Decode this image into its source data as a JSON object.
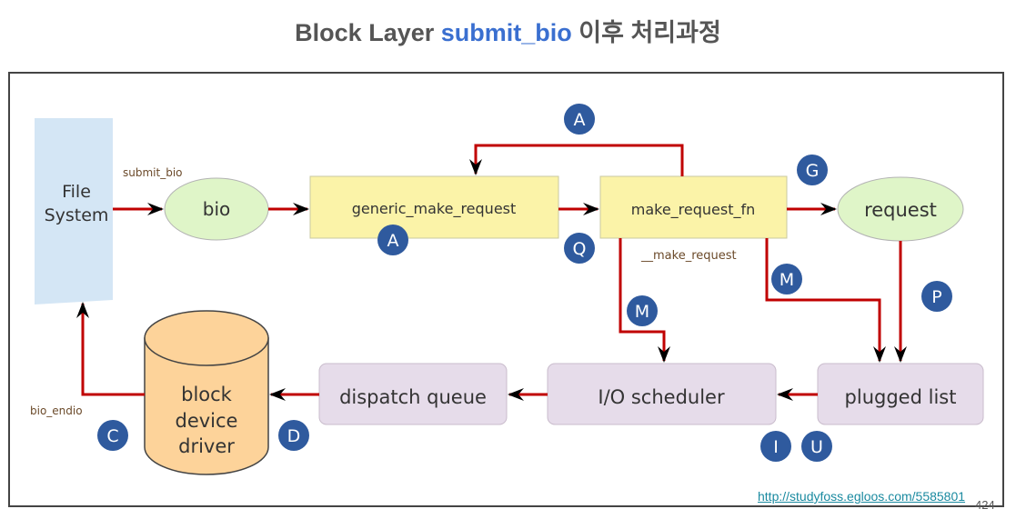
{
  "title": {
    "prefix": "Block Layer ",
    "highlight": "submit_bio",
    "suffix": " 이후 처리과정"
  },
  "nodes": {
    "file_system_line1": "File",
    "file_system_line2": "System",
    "bio": "bio",
    "generic_make_request": "generic_make_request",
    "make_request_fn": "make_request_fn",
    "request": "request",
    "plugged_list": "plugged list",
    "io_scheduler": "I/O scheduler",
    "dispatch_queue": "dispatch queue",
    "driver_line1": "block",
    "driver_line2": "device",
    "driver_line3": "driver"
  },
  "edge_labels": {
    "submit_bio": "submit_bio",
    "make_request": "__make_request",
    "bio_endio": "bio_endio"
  },
  "markers": {
    "a_top": "A",
    "a_bottom": "A",
    "g": "G",
    "q": "Q",
    "m_right": "M",
    "m_left": "M",
    "p": "P",
    "i": "I",
    "u": "U",
    "c": "C",
    "d": "D"
  },
  "colors": {
    "arrow": "#c00000",
    "marker": "#2f5a9e",
    "process_box": "#fbf3a8",
    "ellipse": "#dff5c8",
    "queue_box": "#e6dcea",
    "driver": "#fdd39a",
    "file_system": "#d4e6f5"
  },
  "source_link": "http://studyfoss.egloos.com/5585801",
  "page_number": "424"
}
